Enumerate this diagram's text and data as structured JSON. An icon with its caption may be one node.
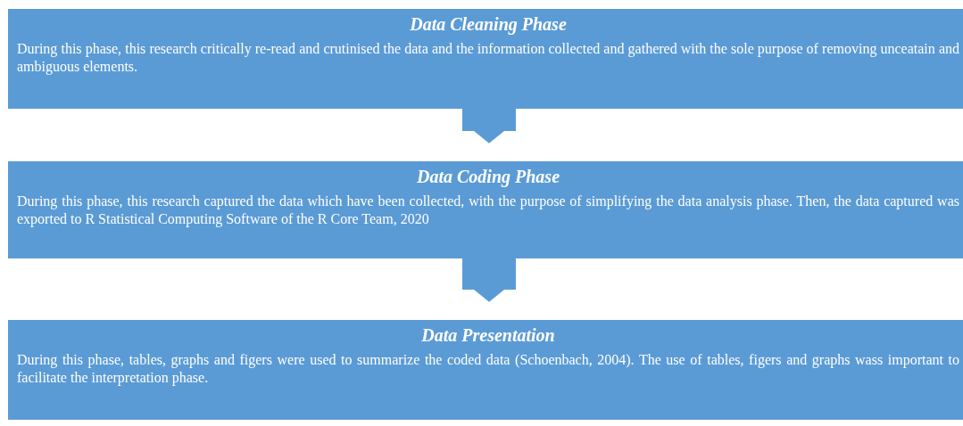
{
  "diagram": {
    "nodes": [
      {
        "text": [
          "Data Cleaning Phase",
          "During this phase, this research critically re-read and crutinised the data and the information  collected and gathered with the sole  purpose of removing unceatain and ambiguous elements."
        ]
      },
      {
        "text": [
          "Data Coding Phase",
          "During this phase, this research captured the data which have been collected, with the purpose of simplifying the data analysis phase. Then, the data captured was exported to R Statistical Computing Software of the R Core Team, 2020"
        ]
      },
      {
        "text": [
          "Data Presentation",
          "During this phase, tables, graphs and figers were used to summarize the coded data (Schoenbach, 2004). The use of tables, figers and graphs wass important to facilitate the interpretation phase."
        ]
      }
    ],
    "edges": [
      {
        "from": 0,
        "to": 1,
        "arrow": "to"
      },
      {
        "from": 1,
        "to": 2,
        "arrow": "to"
      }
    ]
  }
}
